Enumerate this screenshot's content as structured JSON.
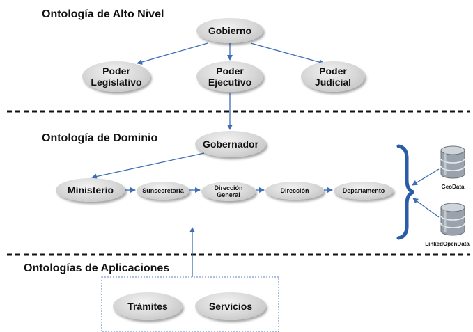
{
  "sections": {
    "top": "Ontología de Alto Nivel",
    "domain": "Ontología de Dominio",
    "apps": "Ontologías de Aplicaciones"
  },
  "nodes": {
    "gobierno": "Gobierno",
    "legislativo": [
      "Poder",
      "Legislativo"
    ],
    "ejecutivo": [
      "Poder",
      "Ejecutivo"
    ],
    "judicial": [
      "Poder",
      "Judicial"
    ],
    "gobernador": "Gobernador",
    "ministerio": "Ministerio",
    "subsecretaria": "Sunsecretaría",
    "direccion_general": [
      "Dirección",
      "General"
    ],
    "direccion": "Dirección",
    "departamento": "Departamento",
    "tramites": "Trámites",
    "servicios": "Servicios"
  },
  "datasources": {
    "geodata": "GeoData",
    "linkedopendata": "LinkedOpenData"
  },
  "colors": {
    "arrow": "#3e6db5",
    "brace": "#2a5caa",
    "db_body": "#9aa3ad",
    "dashed_line": "#111111"
  }
}
